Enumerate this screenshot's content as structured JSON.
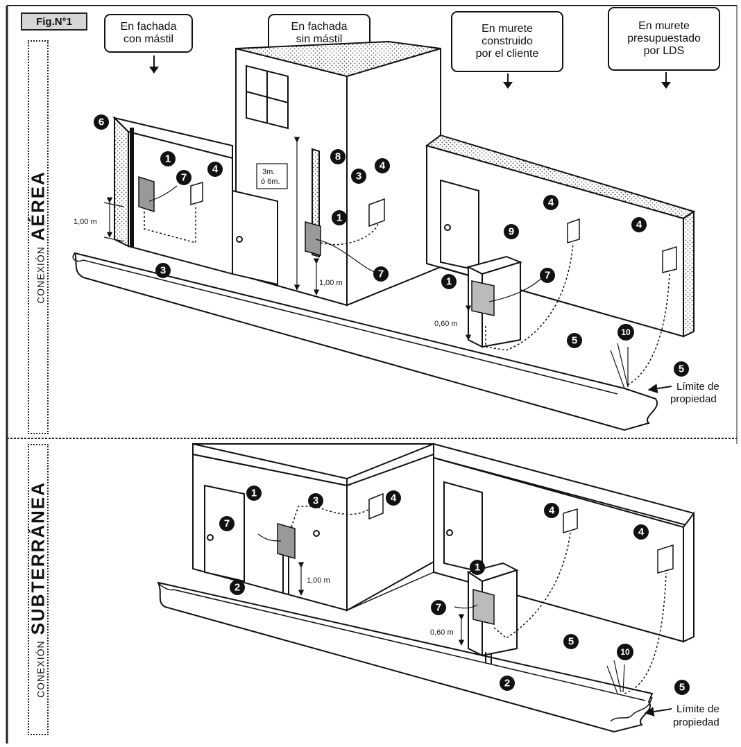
{
  "figure": {
    "label": "Fig.N°1",
    "callouts": [
      {
        "lines": [
          "En fachada",
          "con mástil"
        ]
      },
      {
        "lines": [
          "En fachada",
          "sin mástil"
        ]
      },
      {
        "lines": [
          "En murete",
          "construido",
          "por el cliente"
        ]
      },
      {
        "lines": [
          "En murete",
          "presupuestado",
          "por LDS"
        ]
      }
    ],
    "sections": {
      "aerial": {
        "prefix": "CONEXIÓN",
        "title": "AÉREA"
      },
      "underground": {
        "prefix": "CONEXIÓN",
        "title": "SUBTERRÁNEA"
      }
    },
    "dimensions": {
      "d100a": "1,00 m",
      "d3m_line1": "3m.",
      "d3m_line2": "ó 6m.",
      "d100b": "1,00 m",
      "d060a": "0,60 m",
      "d100c": "1,00 m",
      "d060b": "0,60 m"
    },
    "limit": {
      "line1": "Límite de",
      "line2": "propiedad"
    },
    "markers": {
      "n1": "1",
      "n2": "2",
      "n3": "3",
      "n4": "4",
      "n5": "5",
      "n6": "6",
      "n7": "7",
      "n8": "8",
      "n9": "9",
      "n10": "10"
    }
  }
}
